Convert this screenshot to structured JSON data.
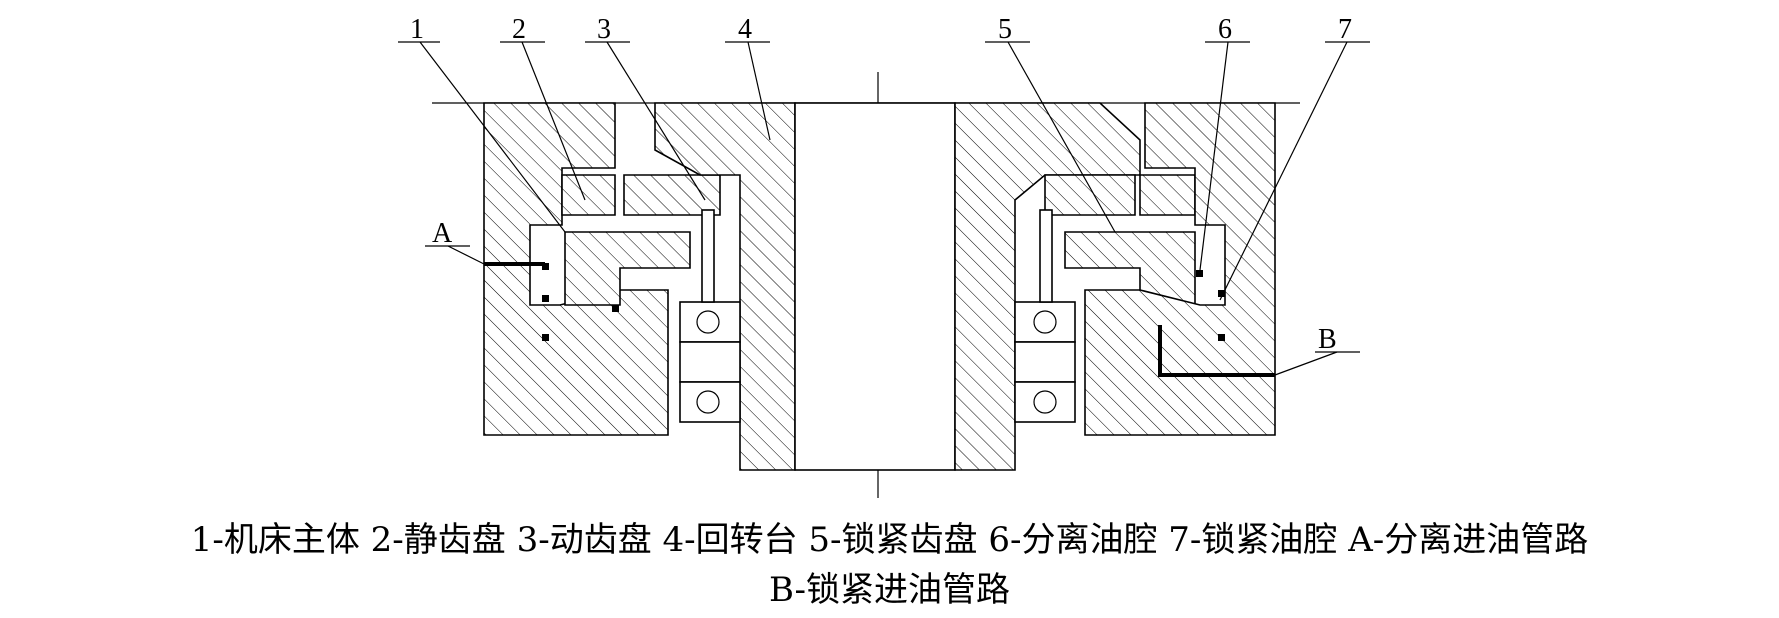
{
  "callouts": {
    "n1": "1",
    "n2": "2",
    "n3": "3",
    "n4": "4",
    "n5": "5",
    "n6": "6",
    "n7": "7",
    "a": "A",
    "b": "B"
  },
  "caption": {
    "line1": "1-机床主体  2-静齿盘  3-动齿盘  4-回转台  5-锁紧齿盘  6-分离油腔  7-锁紧油腔  A-分离进油管路",
    "line2": "B-锁紧进油管路"
  },
  "colors": {
    "line": "#000000",
    "background": "#ffffff"
  }
}
